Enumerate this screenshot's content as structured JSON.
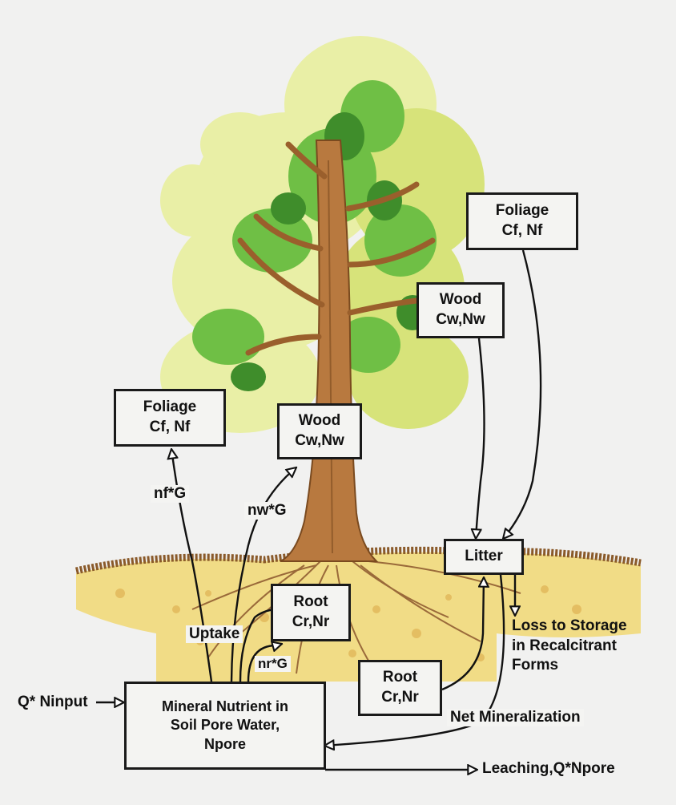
{
  "boxes": {
    "foliage_top": {
      "line1": "Foliage",
      "line2": "Cf, Nf"
    },
    "wood_top": {
      "line1": "Wood",
      "line2": "Cw,Nw"
    },
    "foliage_left": {
      "line1": "Foliage",
      "line2": "Cf, Nf"
    },
    "wood_mid": {
      "line1": "Wood",
      "line2": "Cw,Nw"
    },
    "litter": {
      "line1": "Litter"
    },
    "root_mid": {
      "line1": "Root",
      "line2": "Cr,Nr"
    },
    "root_low": {
      "line1": "Root",
      "line2": "Cr,Nr"
    },
    "soil": {
      "line1": "Mineral Nutrient in",
      "line2": "Soil Pore Water,",
      "line3": "Npore"
    }
  },
  "flows": {
    "nf_g": "nf*G",
    "nw_g": "nw*G",
    "nr_g": "nr*G",
    "uptake": "Uptake",
    "loss": {
      "line1": "Loss to Storage",
      "line2": "in Recalcitrant",
      "line3": "Forms"
    },
    "net_mineralization": "Net Mineralization",
    "input": "Q* Ninput",
    "leaching": "Leaching,Q*Npore"
  },
  "colors": {
    "sky": "#f1f1f0",
    "leaf_light": "#e9efa6",
    "leaf_yellow": "#d7e37a",
    "leaf_green": "#6fbf45",
    "leaf_dark": "#3f8d2b",
    "trunk": "#b8793f",
    "trunk_dark": "#7a4a1f",
    "soil_surface": "#8a5a2a",
    "soil": "#f1dc86",
    "soil_spots": "#e2b95c",
    "line": "#111111"
  }
}
